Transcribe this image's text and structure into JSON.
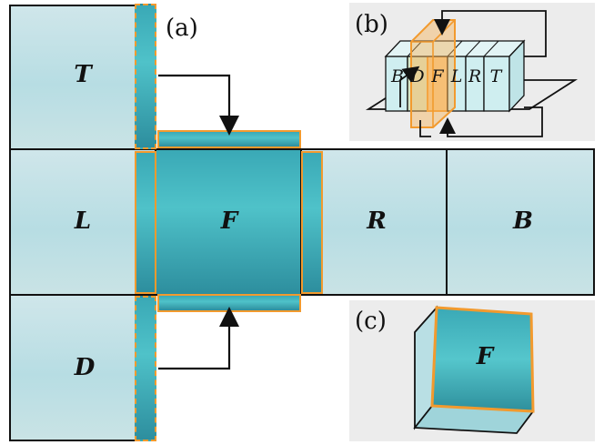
{
  "panels": {
    "a": "(a)",
    "b": "(b)",
    "c": "(c)"
  },
  "faces": {
    "top": "T",
    "left": "L",
    "front": "F",
    "right": "R",
    "back": "B",
    "down": "D"
  },
  "slab_labels": [
    "B",
    "D",
    "F",
    "L",
    "R",
    "T"
  ],
  "cube_label": "F",
  "colors": {
    "orange": "#f29a2e",
    "black": "#111111",
    "panel_gray": "#ececec",
    "water": "#4fc2c9"
  }
}
